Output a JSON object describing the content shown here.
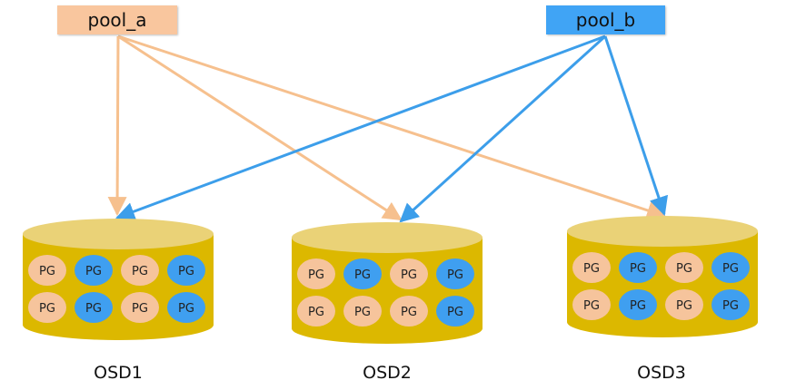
{
  "colors": {
    "pool_a": "#f9c69e",
    "pool_b": "#40a4f5",
    "arrow_a": "#f6c08e",
    "arrow_b": "#3c9eea",
    "cylinder_side": "#dcb800",
    "cylinder_top": "#ead277",
    "pg_peach": "#f6c49c",
    "pg_blue": "#3f9ff0"
  },
  "pools": [
    {
      "id": "pool_a",
      "label": "pool_a"
    },
    {
      "id": "pool_b",
      "label": "pool_b"
    }
  ],
  "pg_label": "PG",
  "osds": [
    {
      "label": "OSD1",
      "rows": [
        [
          "peach",
          "blue",
          "peach",
          "blue"
        ],
        [
          "peach",
          "blue",
          "peach",
          "blue"
        ]
      ]
    },
    {
      "label": "OSD2",
      "rows": [
        [
          "peach",
          "blue",
          "peach",
          "blue"
        ],
        [
          "peach",
          "peach",
          "peach",
          "blue"
        ]
      ]
    },
    {
      "label": "OSD3",
      "rows": [
        [
          "peach",
          "blue",
          "peach",
          "blue"
        ],
        [
          "peach",
          "blue",
          "peach",
          "blue"
        ]
      ]
    }
  ],
  "connections": [
    {
      "from": "pool_a",
      "to": "OSD1"
    },
    {
      "from": "pool_a",
      "to": "OSD2"
    },
    {
      "from": "pool_a",
      "to": "OSD3"
    },
    {
      "from": "pool_b",
      "to": "OSD1"
    },
    {
      "from": "pool_b",
      "to": "OSD2"
    },
    {
      "from": "pool_b",
      "to": "OSD3"
    }
  ]
}
